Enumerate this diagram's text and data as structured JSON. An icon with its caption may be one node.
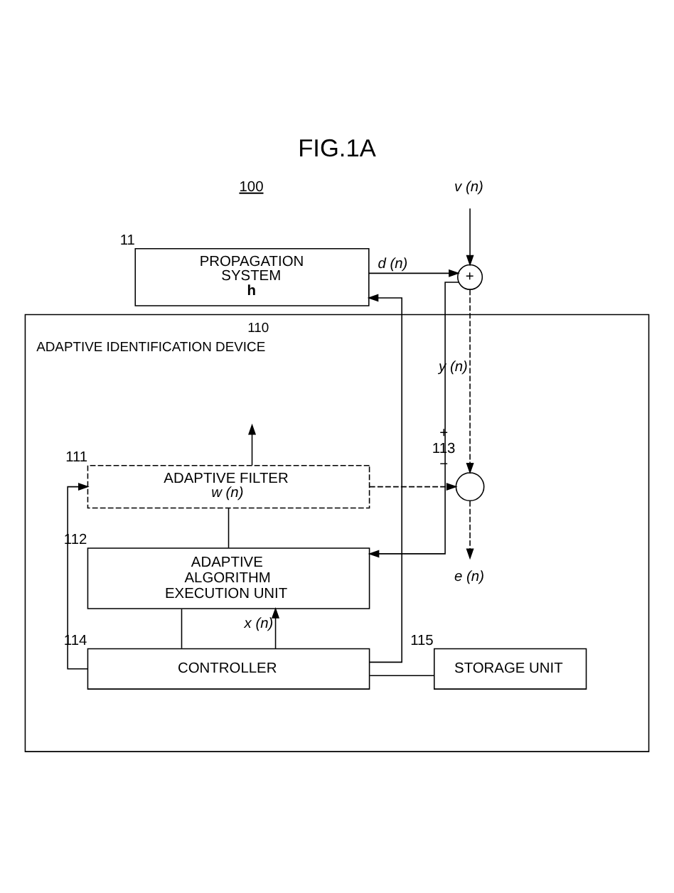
{
  "diagram": {
    "title": "FIG.1A",
    "nodes": [
      {
        "text": [
          "v (n)"
        ]
      },
      {
        "text": [
          "PROPAGATION SYSTEM",
          "h"
        ],
        "beside": [
          "11"
        ]
      },
      {
        "text": [
          "+"
        ]
      },
      {
        "text": [
          "ADAPTIVE IDENTIFICATION DEVICE"
        ],
        "beside": [
          "110"
        ]
      },
      {
        "text": [
          "ADAPTIVE FILTER",
          "w (n)"
        ],
        "in": 3,
        "beside": [
          "111"
        ]
      },
      {
        "text": [],
        "shape": "circle",
        "in": 3,
        "beside": [
          "+",
          "113",
          "−"
        ]
      },
      {
        "text": [
          "ADAPTIVE ALGORITHM EXECUTION UNIT"
        ],
        "in": 3,
        "beside": [
          "112"
        ]
      },
      {
        "text": [
          "CONTROLLER"
        ],
        "in": 3,
        "beside": [
          "114"
        ]
      },
      {
        "text": [
          "STORAGE UNIT"
        ],
        "in": 3,
        "beside": [
          "115"
        ]
      },
      {
        "text": [
          "e (n)"
        ],
        "in": 3
      }
    ],
    "edges": [
      {
        "from": 0,
        "to": 2,
        "arrow": "to"
      },
      {
        "from": 1,
        "to": 2,
        "arrow": "to",
        "label": "d (n)"
      },
      {
        "from": 2,
        "to": 5,
        "arrow": "to",
        "style": "dashed",
        "label": "y (n)"
      },
      {
        "from": 2,
        "to": 6,
        "arrow": "to"
      },
      {
        "from": 4,
        "to": null,
        "arrow": "to"
      },
      {
        "from": 4,
        "to": 5,
        "arrow": "to",
        "style": "dashed"
      },
      {
        "from": 5,
        "to": 9,
        "arrow": "to",
        "style": "dashed"
      },
      {
        "from": 4,
        "to": 6,
        "arrow": "none"
      },
      {
        "from": 7,
        "to": 1,
        "arrow": "to"
      },
      {
        "from": 7,
        "to": 4,
        "arrow": "to"
      },
      {
        "from": 7,
        "to": 6,
        "arrow": "to",
        "label": "x (n)"
      },
      {
        "from": 6,
        "to": 7,
        "arrow": "none"
      },
      {
        "from": 7,
        "to": 8,
        "arrow": "none"
      }
    ],
    "labels": [
      "100"
    ]
  }
}
